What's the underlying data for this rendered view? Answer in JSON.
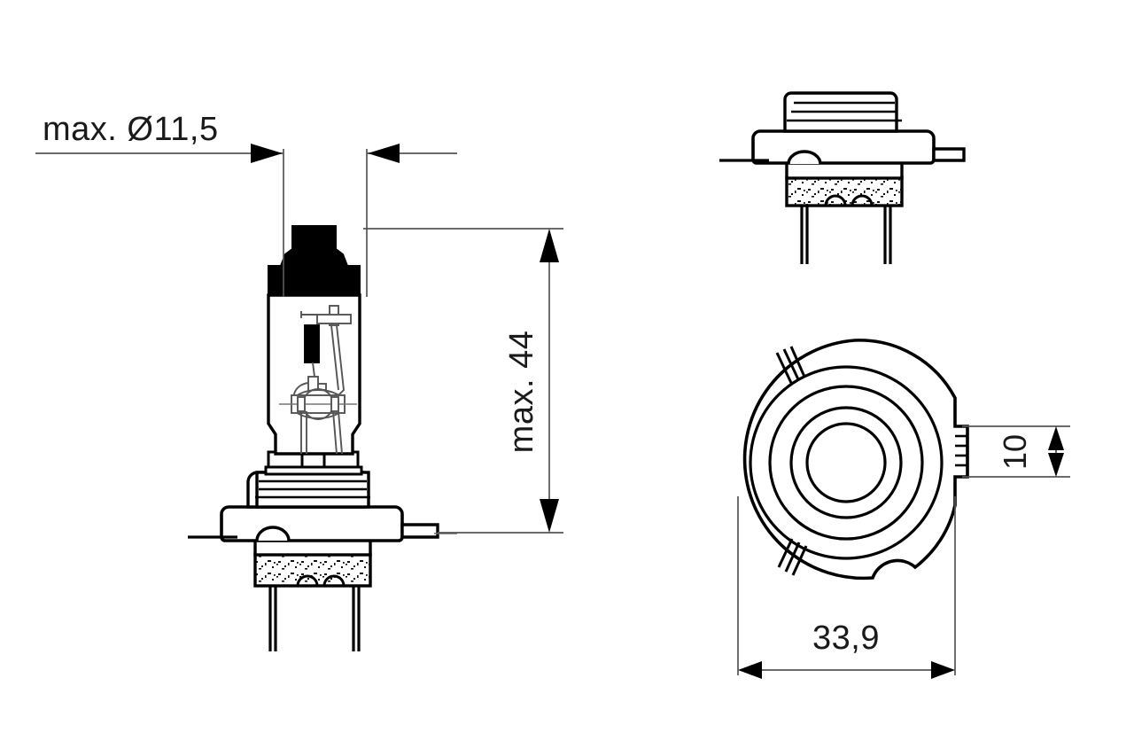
{
  "drawing": {
    "title": "H7 halogen bulb dimensional drawing",
    "background_color": "#ffffff",
    "line_color": "#000000",
    "text_color": "#1a1a1a",
    "thin_line_color": "#444444",
    "cap_fill_color": "#000000"
  },
  "dimensions": {
    "diameter": {
      "label": "max. Ø11,5",
      "name": "bulb-diameter",
      "orientation": "horizontal",
      "value": "11,5",
      "prefix": "max.",
      "symbol": "Ø"
    },
    "height": {
      "label": "max. 44",
      "name": "bulb-height",
      "orientation": "vertical",
      "value": "44",
      "prefix": "max."
    },
    "tab_width": {
      "label": "10",
      "name": "tab-width",
      "orientation": "vertical",
      "value": "10"
    },
    "flange_diameter": {
      "label": "33,9",
      "name": "flange-diameter",
      "orientation": "horizontal",
      "value": "33,9"
    }
  },
  "views": {
    "front": {
      "name": "front-view",
      "caption": ""
    },
    "side": {
      "name": "side-view",
      "caption": ""
    },
    "end": {
      "name": "end-view",
      "caption": ""
    }
  }
}
